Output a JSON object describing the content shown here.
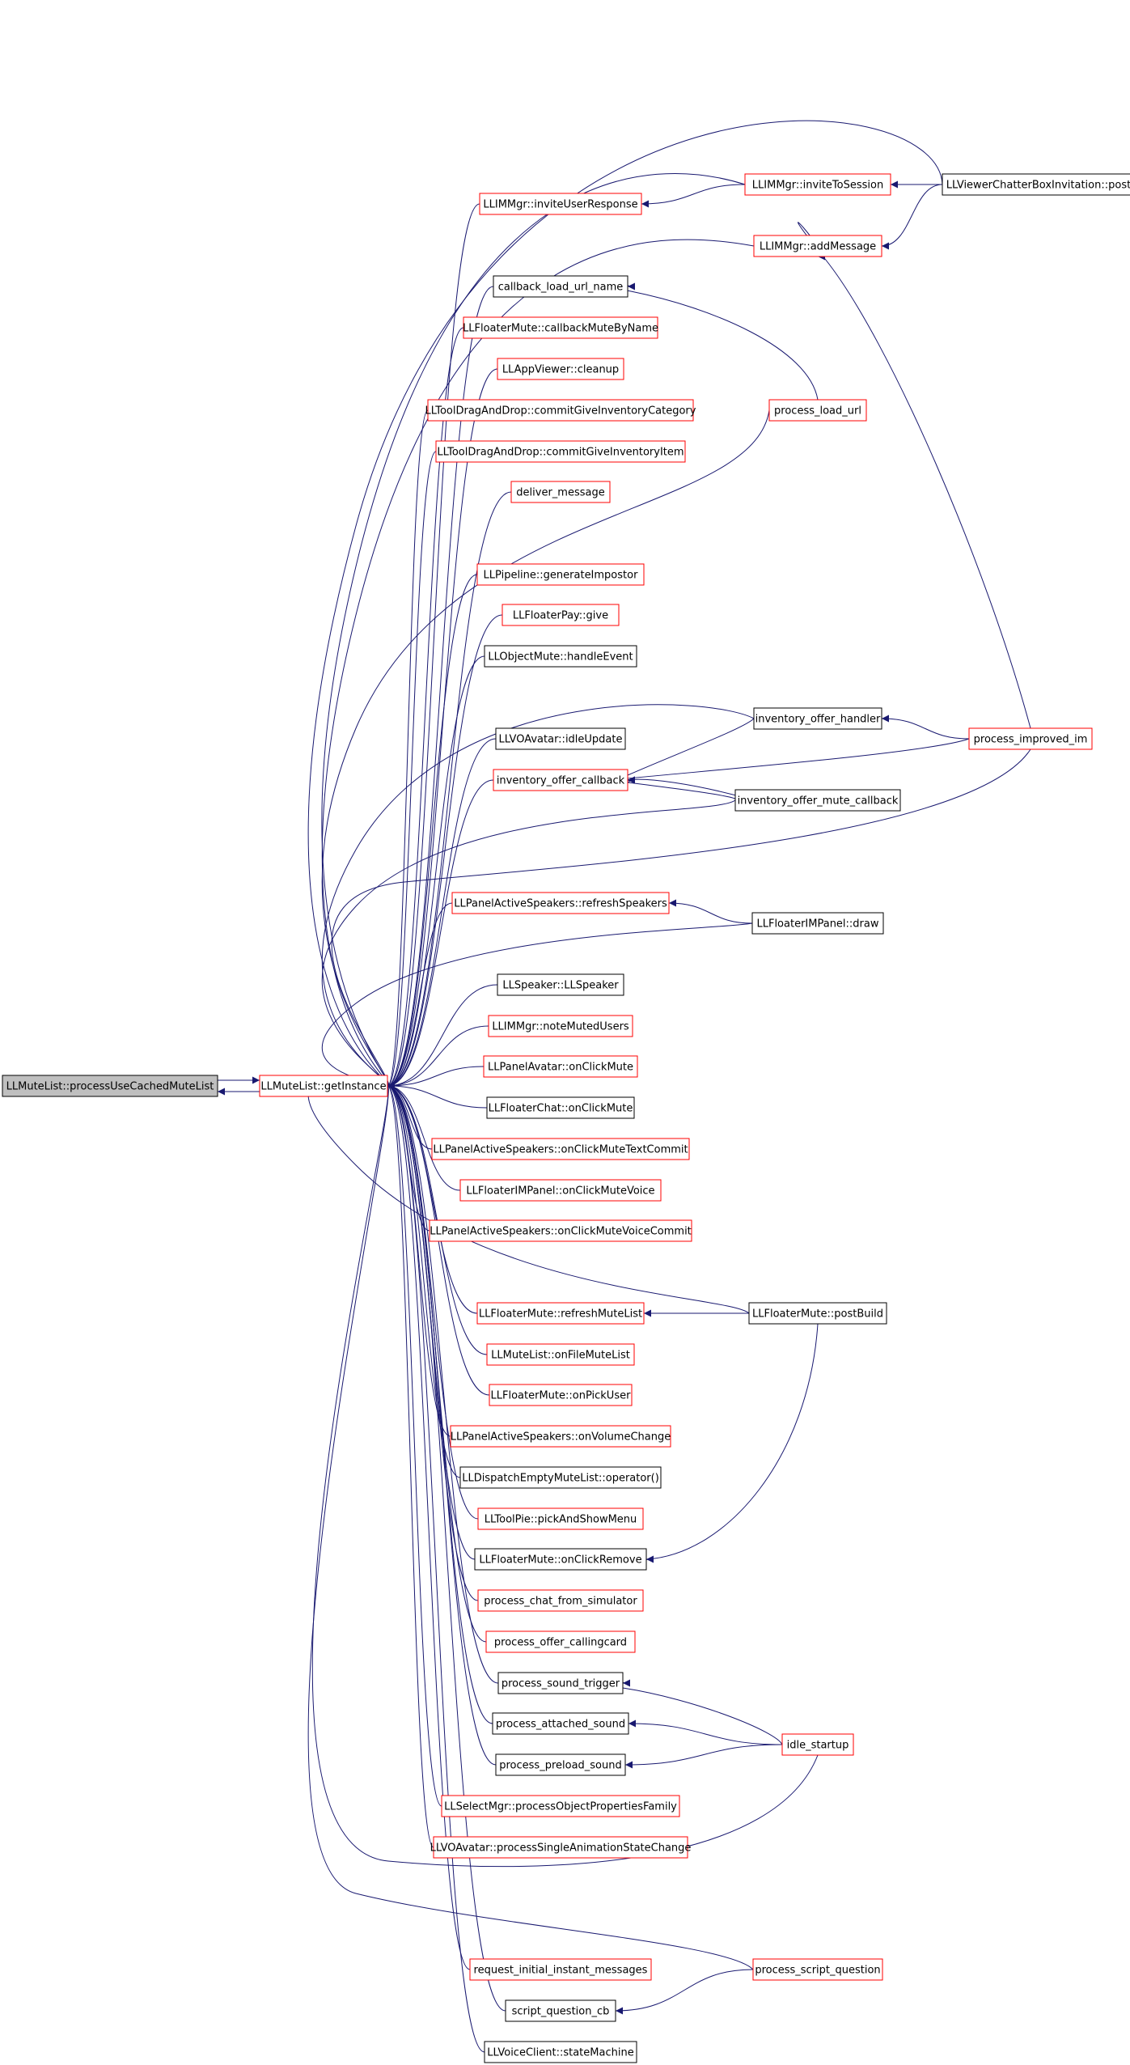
{
  "graph": {
    "colors": {
      "edge": "#191970",
      "border_linked": "#ff0000",
      "border_plain": "#000000",
      "root_fill": "#bfbfbf",
      "fill": "#ffffff"
    },
    "nodes": [
      {
        "id": "root",
        "label": "LLMuteList::processUseCachedMuteList",
        "style": "root"
      },
      {
        "id": "getInstance",
        "label": "LLMuteList::getInstance",
        "style": "red"
      },
      {
        "id": "inviteUserResponse",
        "label": "LLIMMgr::inviteUserResponse",
        "style": "red"
      },
      {
        "id": "callback_load_url_name",
        "label": "callback_load_url_name",
        "style": "black"
      },
      {
        "id": "callbackMuteByName",
        "label": "LLFloaterMute::callbackMuteByName",
        "style": "red"
      },
      {
        "id": "cleanup",
        "label": "LLAppViewer::cleanup",
        "style": "red"
      },
      {
        "id": "commitGiveInventoryCategory",
        "label": "LLToolDragAndDrop::commitGiveInventoryCategory",
        "style": "red"
      },
      {
        "id": "commitGiveInventoryItem",
        "label": "LLToolDragAndDrop::commitGiveInventoryItem",
        "style": "red"
      },
      {
        "id": "deliver_message",
        "label": "deliver_message",
        "style": "red"
      },
      {
        "id": "generateImpostor",
        "label": "LLPipeline::generateImpostor",
        "style": "red"
      },
      {
        "id": "give",
        "label": "LLFloaterPay::give",
        "style": "red"
      },
      {
        "id": "handleEvent",
        "label": "LLObjectMute::handleEvent",
        "style": "black"
      },
      {
        "id": "idleUpdate",
        "label": "LLVOAvatar::idleUpdate",
        "style": "black"
      },
      {
        "id": "inventory_offer_callback",
        "label": "inventory_offer_callback",
        "style": "red"
      },
      {
        "id": "refreshSpeakers",
        "label": "LLPanelActiveSpeakers::refreshSpeakers",
        "style": "red"
      },
      {
        "id": "LLSpeaker",
        "label": "LLSpeaker::LLSpeaker",
        "style": "black"
      },
      {
        "id": "noteMutedUsers",
        "label": "LLIMMgr::noteMutedUsers",
        "style": "red"
      },
      {
        "id": "panelAvatarOnClickMute",
        "label": "LLPanelAvatar::onClickMute",
        "style": "red"
      },
      {
        "id": "floaterChatOnClickMute",
        "label": "LLFloaterChat::onClickMute",
        "style": "black"
      },
      {
        "id": "onClickMuteTextCommit",
        "label": "LLPanelActiveSpeakers::onClickMuteTextCommit",
        "style": "red"
      },
      {
        "id": "onClickMuteVoice",
        "label": "LLFloaterIMPanel::onClickMuteVoice",
        "style": "red"
      },
      {
        "id": "onClickMuteVoiceCommit",
        "label": "LLPanelActiveSpeakers::onClickMuteVoiceCommit",
        "style": "red"
      },
      {
        "id": "refreshMuteList",
        "label": "LLFloaterMute::refreshMuteList",
        "style": "red"
      },
      {
        "id": "onFileMuteList",
        "label": "LLMuteList::onFileMuteList",
        "style": "red"
      },
      {
        "id": "onPickUser",
        "label": "LLFloaterMute::onPickUser",
        "style": "red"
      },
      {
        "id": "onVolumeChange",
        "label": "LLPanelActiveSpeakers::onVolumeChange",
        "style": "red"
      },
      {
        "id": "dispatchEmpty",
        "label": "LLDispatchEmptyMuteList::operator()",
        "style": "black"
      },
      {
        "id": "pickAndShowMenu",
        "label": "LLToolPie::pickAndShowMenu",
        "style": "red"
      },
      {
        "id": "onClickRemove",
        "label": "LLFloaterMute::onClickRemove",
        "style": "black"
      },
      {
        "id": "process_chat_from_simulator",
        "label": "process_chat_from_simulator",
        "style": "red"
      },
      {
        "id": "process_offer_callingcard",
        "label": "process_offer_callingcard",
        "style": "red"
      },
      {
        "id": "process_sound_trigger",
        "label": "process_sound_trigger",
        "style": "black"
      },
      {
        "id": "process_attached_sound",
        "label": "process_attached_sound",
        "style": "black"
      },
      {
        "id": "process_preload_sound",
        "label": "process_preload_sound",
        "style": "black"
      },
      {
        "id": "processObjectPropertiesFamily",
        "label": "LLSelectMgr::processObjectPropertiesFamily",
        "style": "red"
      },
      {
        "id": "processSingleAnimationStateChange",
        "label": "LLVOAvatar::processSingleAnimationStateChange",
        "style": "red"
      },
      {
        "id": "request_initial_instant_messages",
        "label": "request_initial_instant_messages",
        "style": "red"
      },
      {
        "id": "script_question_cb",
        "label": "script_question_cb",
        "style": "black"
      },
      {
        "id": "stateMachine",
        "label": "LLVoiceClient::stateMachine",
        "style": "black"
      },
      {
        "id": "inviteToSession",
        "label": "LLIMMgr::inviteToSession",
        "style": "red"
      },
      {
        "id": "addMessage",
        "label": "LLIMMgr::addMessage",
        "style": "red"
      },
      {
        "id": "process_load_url",
        "label": "process_load_url",
        "style": "red"
      },
      {
        "id": "inventory_offer_handler",
        "label": "inventory_offer_handler",
        "style": "black"
      },
      {
        "id": "inventory_offer_mute_callback",
        "label": "inventory_offer_mute_callback",
        "style": "black"
      },
      {
        "id": "floaterIMPanelDraw",
        "label": "LLFloaterIMPanel::draw",
        "style": "black"
      },
      {
        "id": "postBuild",
        "label": "LLFloaterMute::postBuild",
        "style": "black"
      },
      {
        "id": "idle_startup",
        "label": "idle_startup",
        "style": "red"
      },
      {
        "id": "process_script_question",
        "label": "process_script_question",
        "style": "red"
      },
      {
        "id": "chatterBoxPost",
        "label": "LLViewerChatterBoxInvitation::post",
        "style": "black"
      },
      {
        "id": "process_improved_im",
        "label": "process_improved_im",
        "style": "red"
      }
    ],
    "edges": [
      [
        "getInstance",
        "root"
      ],
      [
        "root",
        "getInstance"
      ],
      [
        "inviteUserResponse",
        "getInstance"
      ],
      [
        "callback_load_url_name",
        "getInstance"
      ],
      [
        "callbackMuteByName",
        "getInstance"
      ],
      [
        "cleanup",
        "getInstance"
      ],
      [
        "commitGiveInventoryCategory",
        "getInstance"
      ],
      [
        "commitGiveInventoryItem",
        "getInstance"
      ],
      [
        "deliver_message",
        "getInstance"
      ],
      [
        "generateImpostor",
        "getInstance"
      ],
      [
        "give",
        "getInstance"
      ],
      [
        "handleEvent",
        "getInstance"
      ],
      [
        "idleUpdate",
        "getInstance"
      ],
      [
        "inventory_offer_callback",
        "getInstance"
      ],
      [
        "refreshSpeakers",
        "getInstance"
      ],
      [
        "LLSpeaker",
        "getInstance"
      ],
      [
        "noteMutedUsers",
        "getInstance"
      ],
      [
        "panelAvatarOnClickMute",
        "getInstance"
      ],
      [
        "floaterChatOnClickMute",
        "getInstance"
      ],
      [
        "onClickMuteTextCommit",
        "getInstance"
      ],
      [
        "onClickMuteVoice",
        "getInstance"
      ],
      [
        "onClickMuteVoiceCommit",
        "getInstance"
      ],
      [
        "refreshMuteList",
        "getInstance"
      ],
      [
        "onFileMuteList",
        "getInstance"
      ],
      [
        "onPickUser",
        "getInstance"
      ],
      [
        "onVolumeChange",
        "getInstance"
      ],
      [
        "dispatchEmpty",
        "getInstance"
      ],
      [
        "pickAndShowMenu",
        "getInstance"
      ],
      [
        "onClickRemove",
        "getInstance"
      ],
      [
        "process_chat_from_simulator",
        "getInstance"
      ],
      [
        "process_offer_callingcard",
        "getInstance"
      ],
      [
        "process_sound_trigger",
        "getInstance"
      ],
      [
        "process_attached_sound",
        "getInstance"
      ],
      [
        "process_preload_sound",
        "getInstance"
      ],
      [
        "processObjectPropertiesFamily",
        "getInstance"
      ],
      [
        "processSingleAnimationStateChange",
        "getInstance"
      ],
      [
        "request_initial_instant_messages",
        "getInstance"
      ],
      [
        "script_question_cb",
        "getInstance"
      ],
      [
        "stateMachine",
        "getInstance"
      ],
      [
        "chatterBoxPost",
        "getInstance"
      ],
      [
        "inviteToSession",
        "getInstance"
      ],
      [
        "addMessage",
        "getInstance"
      ],
      [
        "process_load_url",
        "getInstance"
      ],
      [
        "inventory_offer_handler",
        "getInstance"
      ],
      [
        "inventory_offer_mute_callback",
        "getInstance"
      ],
      [
        "process_improved_im",
        "getInstance"
      ],
      [
        "floaterIMPanelDraw",
        "getInstance"
      ],
      [
        "postBuild",
        "getInstance"
      ],
      [
        "idle_startup",
        "getInstance"
      ],
      [
        "process_script_question",
        "getInstance"
      ],
      [
        "inviteToSession",
        "inviteUserResponse"
      ],
      [
        "chatterBoxPost",
        "inviteToSession"
      ],
      [
        "chatterBoxPost",
        "addMessage"
      ],
      [
        "process_improved_im",
        "addMessage"
      ],
      [
        "process_load_url",
        "callback_load_url_name"
      ],
      [
        "process_improved_im",
        "inventory_offer_handler"
      ],
      [
        "inventory_offer_handler",
        "inventory_offer_callback"
      ],
      [
        "process_improved_im",
        "inventory_offer_callback"
      ],
      [
        "inventory_offer_mute_callback",
        "inventory_offer_callback"
      ],
      [
        "inventory_offer_callback",
        "inventory_offer_mute_callback"
      ],
      [
        "floaterIMPanelDraw",
        "refreshSpeakers"
      ],
      [
        "postBuild",
        "refreshMuteList"
      ],
      [
        "postBuild",
        "onClickRemove"
      ],
      [
        "idle_startup",
        "process_sound_trigger"
      ],
      [
        "idle_startup",
        "process_attached_sound"
      ],
      [
        "idle_startup",
        "process_preload_sound"
      ],
      [
        "process_script_question",
        "script_question_cb"
      ]
    ]
  }
}
